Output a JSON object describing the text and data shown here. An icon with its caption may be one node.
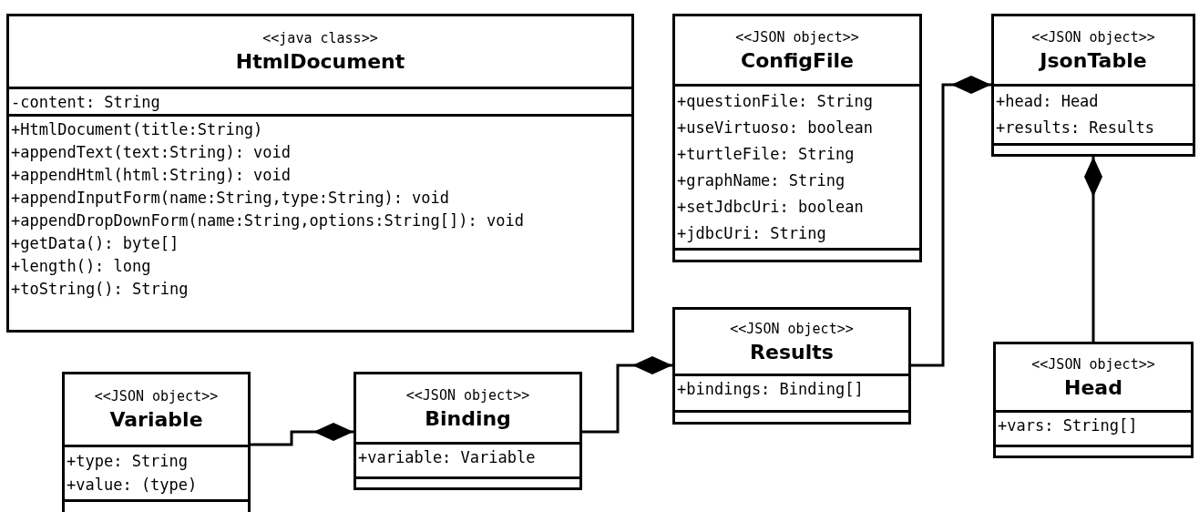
{
  "diagram": {
    "nodes": [
      {
        "text": [
          "<<java class>>",
          "HtmlDocument",
          "-content: String",
          "+HtmlDocument(title:String)",
          "+appendText(text:String): void",
          "+appendHtml(html:String): void",
          "+appendInputForm(name:String,type:String): void",
          "+appendDropDownForm(name:String,options:String[]): void",
          "+getData(): byte[]",
          "+length(): long",
          "+toString(): String"
        ]
      },
      {
        "text": [
          "<<JSON object>>",
          "ConfigFile",
          "+questionFile: String",
          "+useVirtuoso: boolean",
          "+turtleFile: String",
          "+graphName: String",
          "+setJdbcUri: boolean",
          "+jdbcUri: String"
        ]
      },
      {
        "text": [
          "<<JSON object>>",
          "JsonTable",
          "+head: Head",
          "+results: Results"
        ]
      },
      {
        "text": [
          "<<JSON object>>",
          "Results",
          "+bindings: Binding[]"
        ]
      },
      {
        "text": [
          "<<JSON object>>",
          "Head",
          "+vars: String[]"
        ]
      },
      {
        "text": [
          "<<JSON object>>",
          "Variable",
          "+type: String",
          "+value: (type)"
        ]
      },
      {
        "text": [
          "<<JSON object>>",
          "Binding",
          "+variable: Variable"
        ]
      }
    ],
    "edges": [
      {
        "from": 5,
        "to": 6,
        "arrow": "other"
      },
      {
        "from": 6,
        "to": 3,
        "arrow": "other"
      },
      {
        "from": 3,
        "to": 2,
        "arrow": "other"
      },
      {
        "from": 4,
        "to": 2,
        "arrow": "other"
      }
    ]
  }
}
